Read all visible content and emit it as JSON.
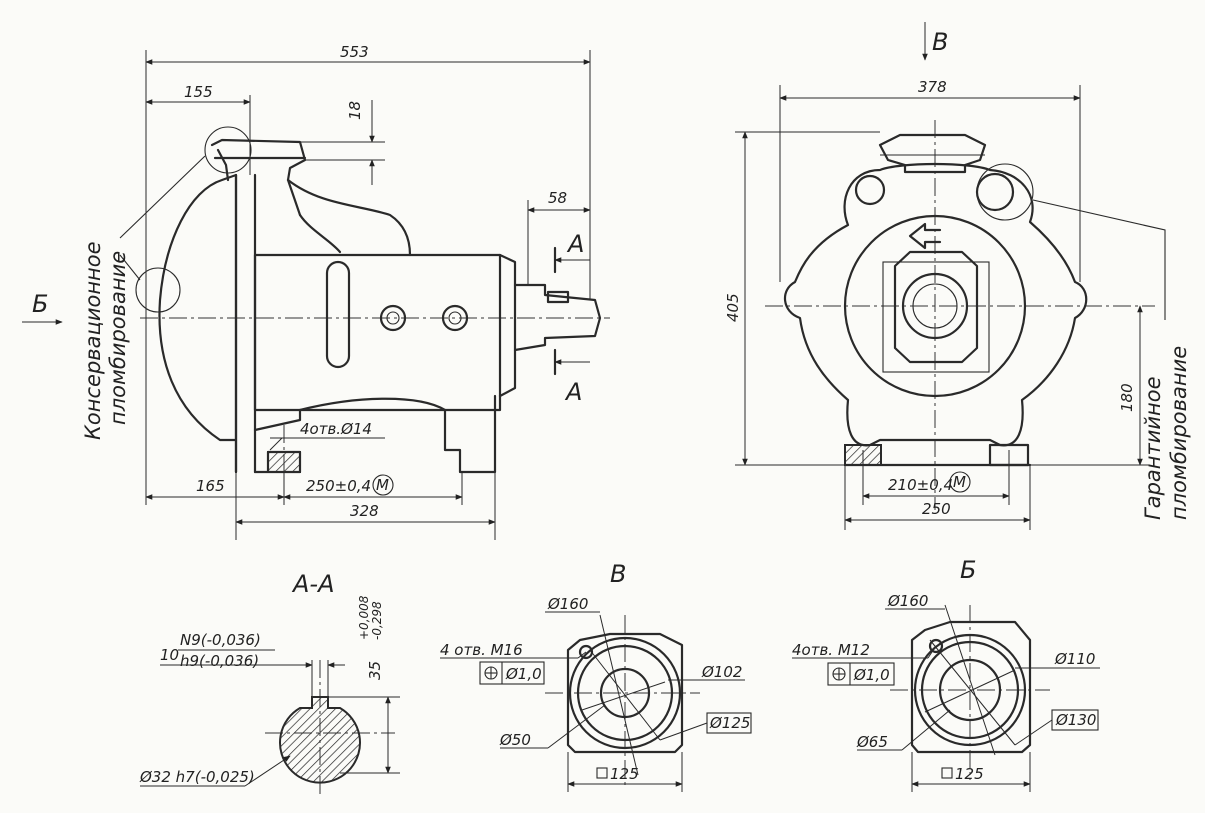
{
  "views": {
    "side": {
      "arrow_view_label": "Б",
      "section_label_top": "А",
      "section_label_bottom": "А",
      "dim_overall_length": "553",
      "dim_inlet_offset": "155",
      "dim_flange_height": "18",
      "dim_shaft_end": "58",
      "dim_foot_left": "165",
      "dim_foot_spacing": "250±0,4",
      "dim_foot_base": "328",
      "holes_note": "4отв.Ø14",
      "seal_note_line1": "Консервационное",
      "seal_note_line2": "пломбирование",
      "mark_m": "М"
    },
    "front": {
      "arrow_view_label": "В",
      "dim_overall_width": "378",
      "dim_overall_height": "405",
      "dim_axis_height": "180",
      "dim_foot_spacing": "210±0,4",
      "dim_base_width": "250",
      "seal_note_line1": "Гарантийное",
      "seal_note_line2": "пломбирование",
      "mark_m": "М"
    }
  },
  "section_aa": {
    "title": "А-А",
    "key_width_prefix": "10",
    "key_tol_upper": "N9(-0,036)",
    "key_tol_lower": "h9(-0,036)",
    "key_depth": "35",
    "key_depth_tol_upper": "+0,008",
    "key_depth_tol_lower": "-0,298",
    "shaft_diameter": "Ø32 h7(-0,025)"
  },
  "flange_v": {
    "title": "В",
    "dia_bolt_circle": "Ø160",
    "holes_note": "4 отв. М16",
    "position_tol": "Ø1,0",
    "dia_inner": "Ø102",
    "dia_bore": "Ø50",
    "square_size": "125",
    "boxed_size": "Ø125"
  },
  "flange_b": {
    "title": "Б",
    "dia_bolt_circle": "Ø160",
    "holes_note": "4отв. М12",
    "position_tol": "Ø1,0",
    "dia_inner": "Ø110",
    "dia_bore": "Ø65",
    "square_size": "125",
    "boxed_size": "Ø130"
  }
}
